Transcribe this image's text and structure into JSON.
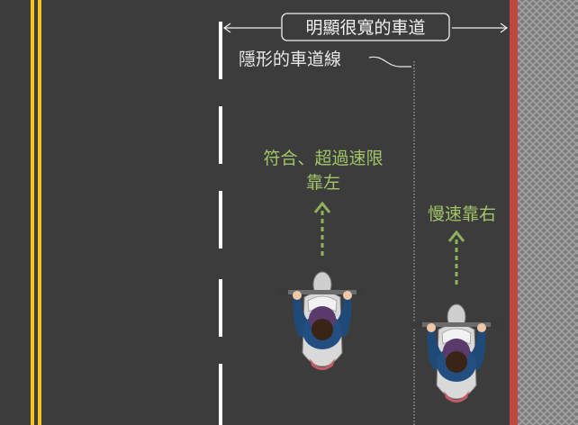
{
  "labels": {
    "wide_lane": "明顯很寬的車道",
    "invisible_line": "隱形的車道線",
    "left_rider_line1": "符合、超過速限",
    "left_rider_line2": "靠左",
    "right_rider": "慢速靠右"
  },
  "colors": {
    "asphalt": "#3c3c3c",
    "center_double_yellow": "#f6c21a",
    "lane_marking_white": "#ffffff",
    "edge_line_red": "#c0473f",
    "sidewalk_pattern": "#8c8c8c",
    "label_green": "#a2c567",
    "arrow_green": "#8fb25a"
  }
}
